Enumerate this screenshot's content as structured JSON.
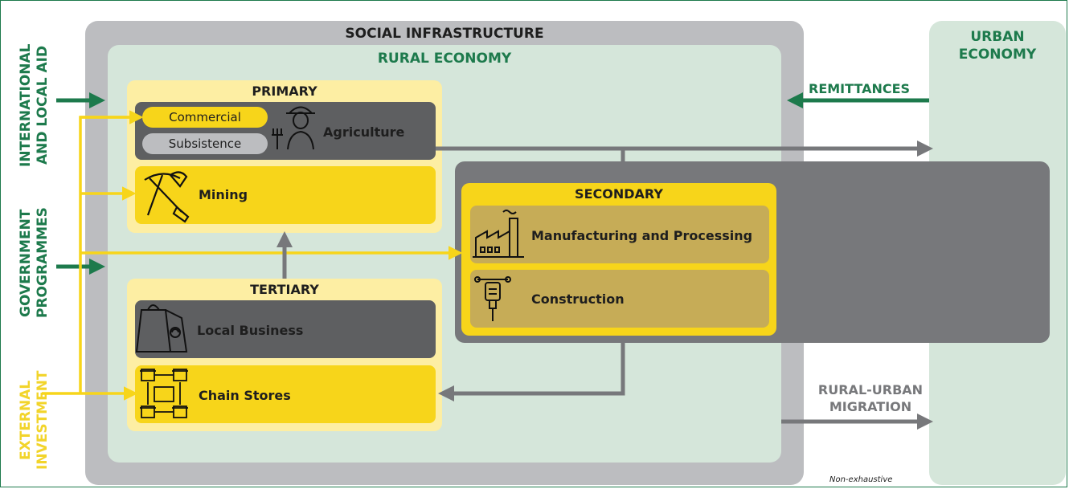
{
  "containers": {
    "social_infrastructure": "SOCIAL INFRASTRUCTURE",
    "rural_economy": "RURAL ECONOMY",
    "urban_economy": "URBAN\nECONOMY"
  },
  "inputs": {
    "international_aid": "INTERNATIONAL\nAND LOCAL AID",
    "government_programmes": "GOVERNMENT\nPROGRAMMES",
    "external_investment": "EXTERNAL\nINVESTMENT"
  },
  "primary": {
    "title": "PRIMARY",
    "commercial": "Commercial",
    "subsistence": "Subsistence",
    "agriculture": "Agriculture",
    "mining": "Mining"
  },
  "secondary": {
    "title": "SECONDARY",
    "manufacturing": "Manufacturing and Processing",
    "construction": "Construction"
  },
  "tertiary": {
    "title": "TERTIARY",
    "local_business": "Local Business",
    "chain_stores": "Chain Stores"
  },
  "flows": {
    "remittances": "REMITTANCES",
    "rural_urban_migration": "RURAL-URBAN\nMIGRATION"
  },
  "note": "Non-exhaustive",
  "colors": {
    "green": "#1d7a4c",
    "yellow": "#f7d51a",
    "dark_gray": "#5e5f61",
    "mid_gray": "#77787b",
    "light_gray": "#bcbdc0",
    "light_green": "#d5e6da",
    "light_yellow": "#fdeea3",
    "olive": "#c6ac57"
  }
}
